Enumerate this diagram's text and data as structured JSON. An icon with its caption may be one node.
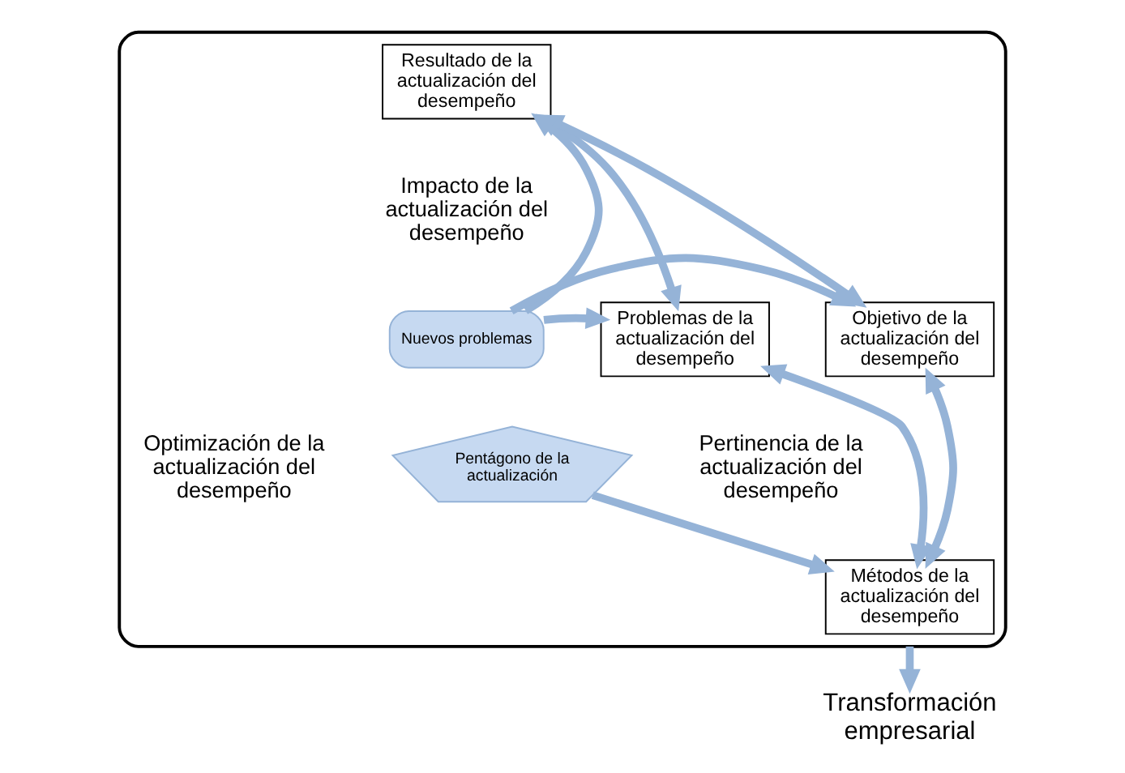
{
  "diagram": {
    "nodes": [
      {
        "text": [],
        "shape": "box"
      },
      {
        "text": [
          "Resultado de la actualización del desempeño"
        ],
        "in": 0
      },
      {
        "text": [
          "Objetivo de la actualización del desempeño"
        ],
        "in": 0
      },
      {
        "text": [
          "Nuevos problemas"
        ],
        "in": 0
      },
      {
        "text": [
          "Problemas de la actualización del desempeño"
        ],
        "in": 0
      },
      {
        "text": [
          "Pentágono de la actualización"
        ],
        "in": 0
      },
      {
        "text": [
          "Métodos de la actualización del desempeño"
        ],
        "in": 0
      },
      {
        "text": [
          "Transformación empresarial"
        ]
      }
    ],
    "edges": [
      {
        "from": 3,
        "to": 1,
        "arrow": "to"
      },
      {
        "from": 3,
        "to": 2,
        "arrow": "to"
      },
      {
        "from": 3,
        "to": 4,
        "arrow": "to"
      },
      {
        "from": 5,
        "to": 6,
        "arrow": "to"
      },
      {
        "from": 2,
        "to": 1,
        "arrow": "both"
      },
      {
        "from": 1,
        "to": 4,
        "arrow": "both"
      },
      {
        "from": 2,
        "to": 6,
        "arrow": "both"
      },
      {
        "from": 4,
        "to": 6,
        "arrow": "both"
      },
      {
        "from": 0,
        "to": 7,
        "arrow": "to"
      }
    ],
    "labels": [
      "Impacto de la actualización del desempeño",
      "Optimización de la actualización del desempeño",
      "Pertinencia de la actualización del desempeño"
    ]
  }
}
